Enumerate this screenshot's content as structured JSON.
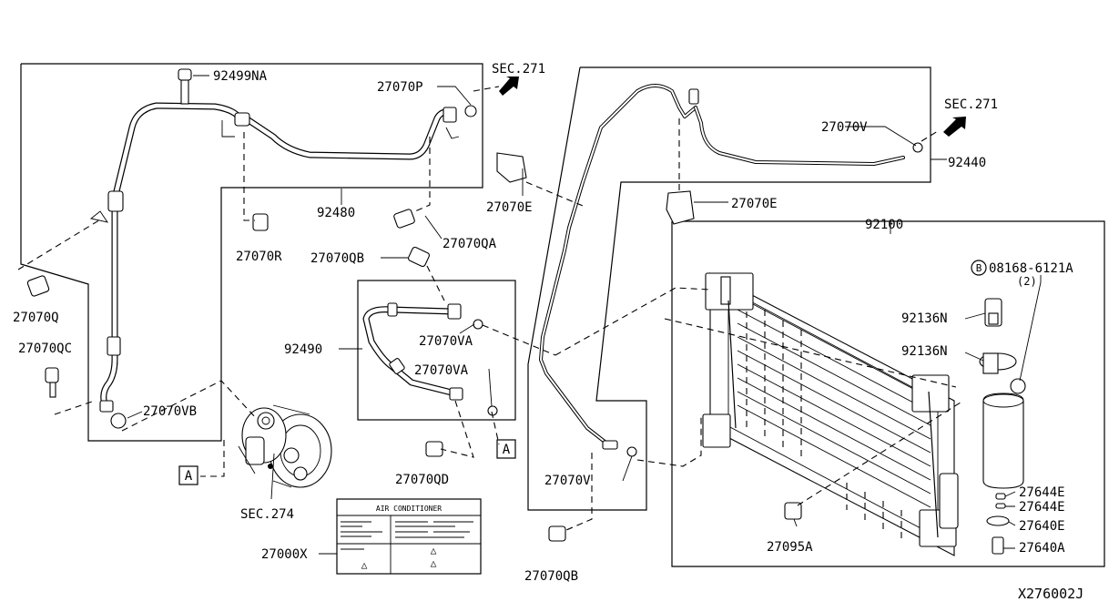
{
  "labels": {
    "p92499NA": "92499NA",
    "p27070P": "27070P",
    "sec271_left": "SEC.271",
    "sec271_right": "SEC.271",
    "p27070V_top": "27070V",
    "p92440": "92440",
    "p92480": "92480",
    "p27070E_left": "27070E",
    "p27070E_right": "27070E",
    "p27070R": "27070R",
    "p27070QA": "27070QA",
    "p27070QB_top": "27070QB",
    "p92100": "92100",
    "p08168": "08168-6121A",
    "p08168_qty": "(2)",
    "bolt_symbol": "B",
    "p27070Q": "27070Q",
    "p27070QC": "27070QC",
    "p92136N_a": "92136N",
    "p92136N_b": "92136N",
    "p92490": "92490",
    "p27070VA_a": "27070VA",
    "p27070VA_b": "27070VA",
    "p27070VB": "27070VB",
    "ref_A_left": "A",
    "ref_A_mid": "A",
    "p27070QD": "27070QD",
    "p27070V_mid": "27070V",
    "p27644E_a": "27644E",
    "p27644E_b": "27644E",
    "p27640E": "27640E",
    "p27640A": "27640A",
    "p27095A": "27095A",
    "sec274": "SEC.274",
    "p27000X": "27000X",
    "label_header": "AIR CONDITIONER",
    "warn_a": "△",
    "warn_b": "△",
    "warn_c": "△",
    "p27070QB_bottom": "27070QB",
    "diagram_id": "X276002J"
  }
}
